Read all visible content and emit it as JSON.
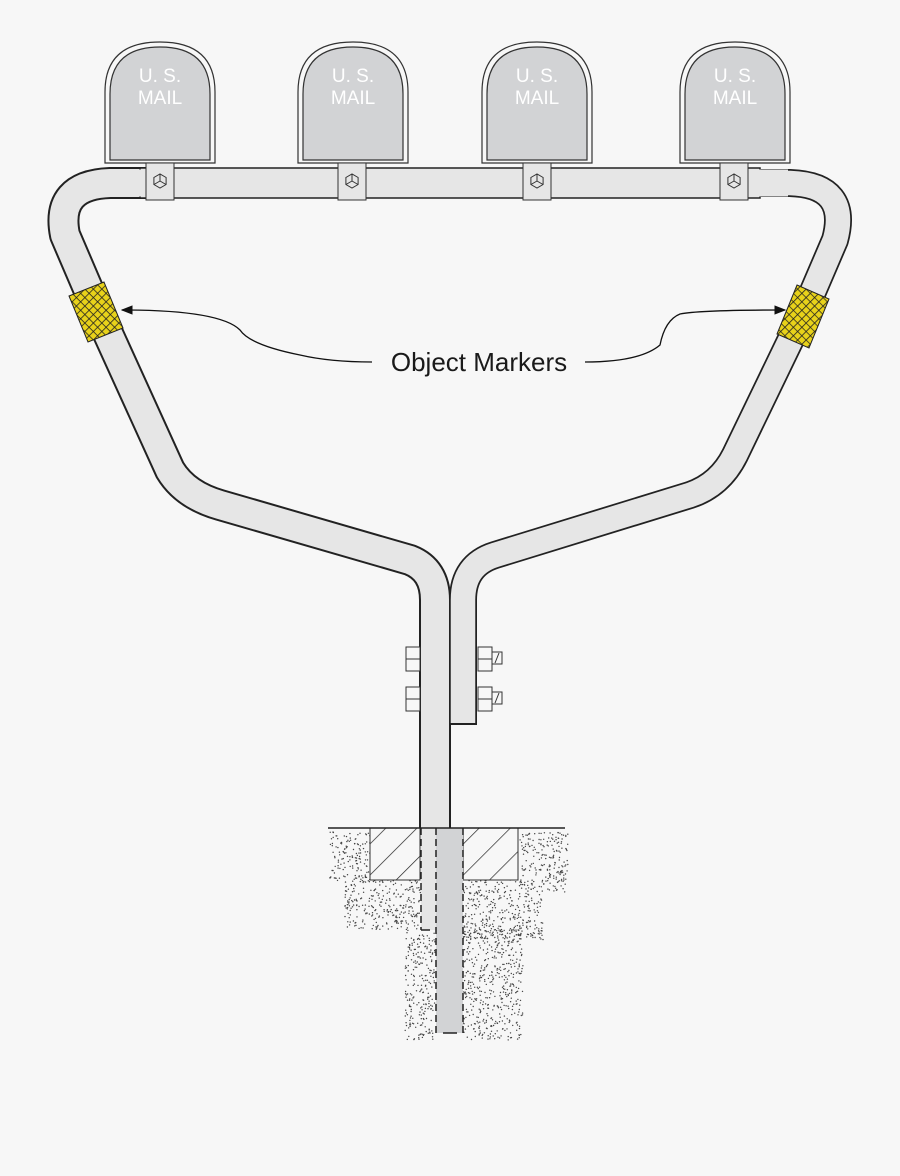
{
  "mailboxes": [
    {
      "line1": "U. S.",
      "line2": "MAIL"
    },
    {
      "line1": "U. S.",
      "line2": "MAIL"
    },
    {
      "line1": "U. S.",
      "line2": "MAIL"
    },
    {
      "line1": "U. S.",
      "line2": "MAIL"
    }
  ],
  "callout": {
    "label": "Object Markers"
  },
  "colors": {
    "background": "#f7f7f7",
    "frame": "#e6e6e6",
    "mailbox": "#d2d3d5",
    "marker": "#e8d21a",
    "outline": "#222222"
  }
}
